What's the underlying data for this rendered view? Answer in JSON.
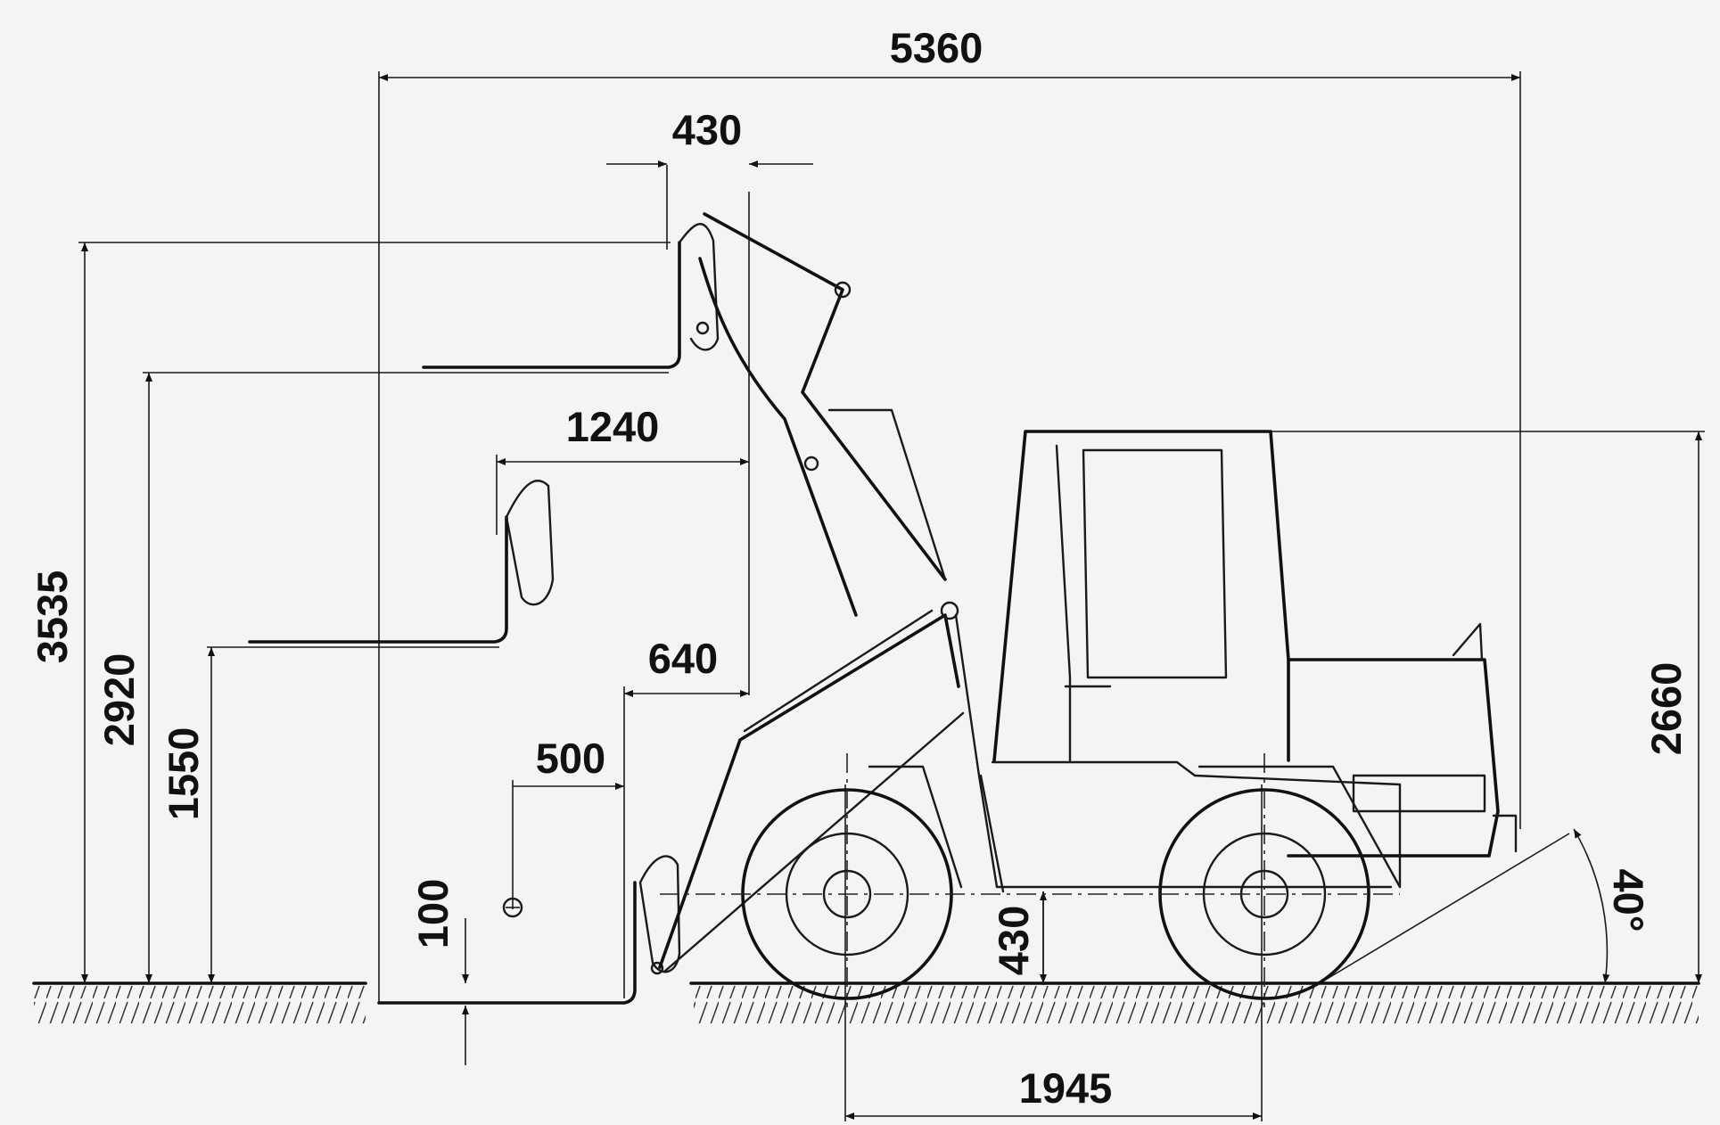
{
  "dimensions": {
    "overall_length": "5360",
    "fork_height_top": "430",
    "reach_mid": "1240",
    "reach_low": "640",
    "load_center": "500",
    "below_ground": "100",
    "ground_clearance": "430",
    "wheelbase": "1945",
    "height_3535": "3535",
    "height_2920": "2920",
    "height_1550": "1550",
    "cab_height": "2660",
    "departure_angle": "40°"
  }
}
